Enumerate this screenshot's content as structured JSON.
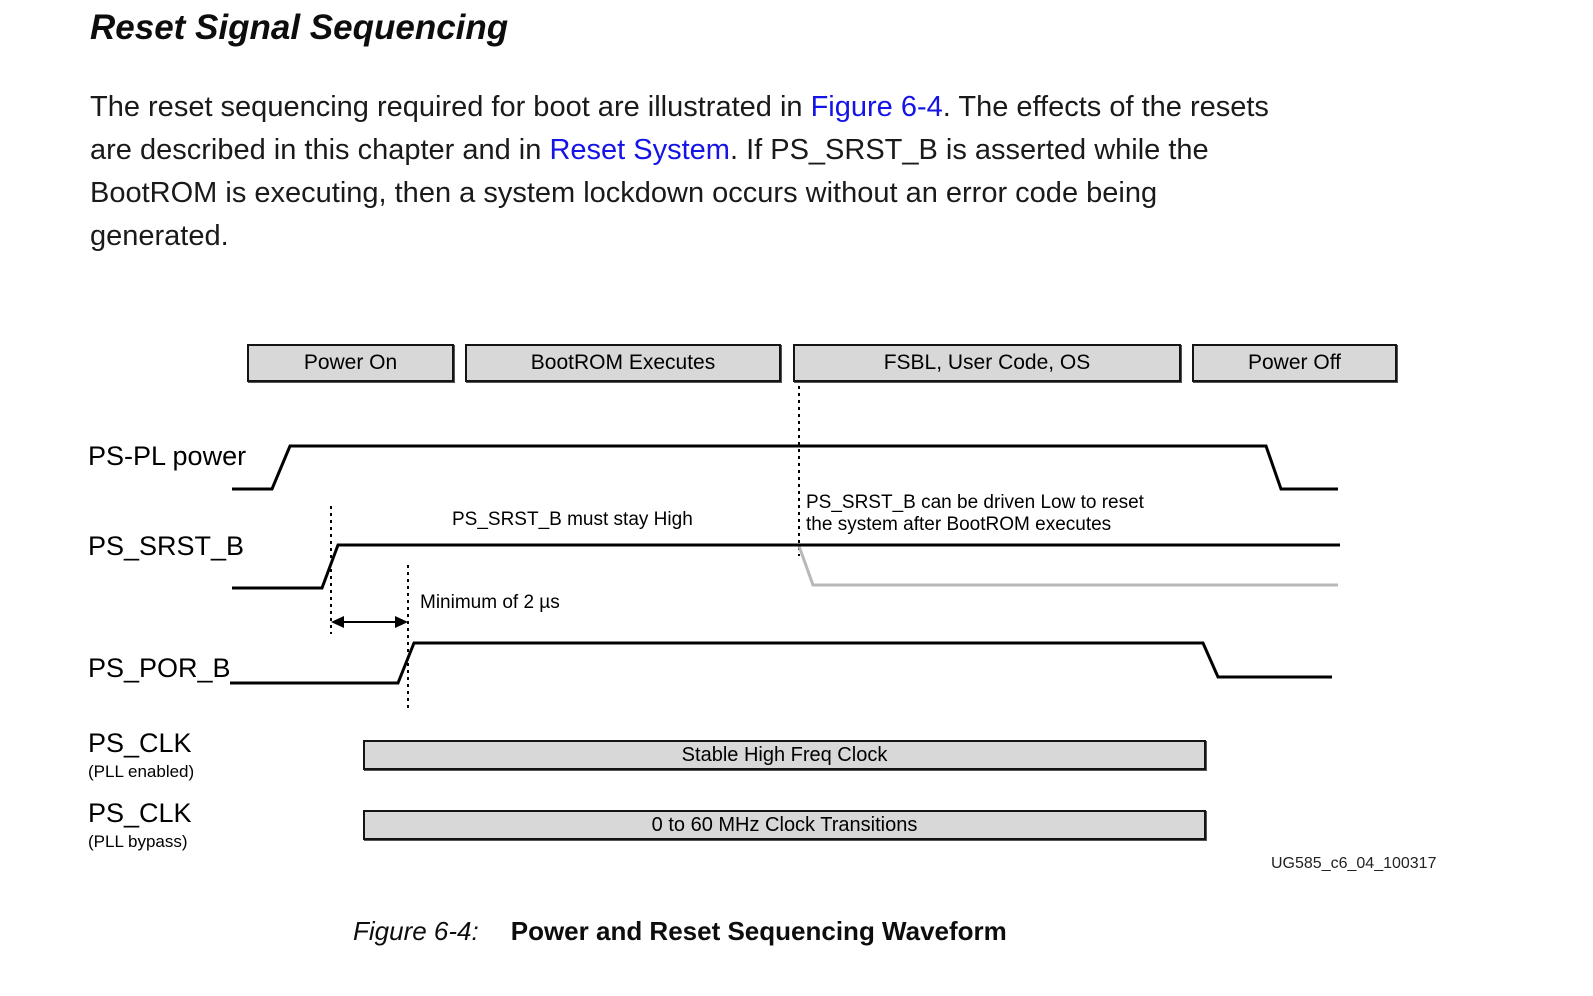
{
  "document": {
    "title": "Reset Signal Sequencing",
    "paragraph": {
      "line1_pre": "The reset sequencing required for boot are illustrated in ",
      "line1_link": "Figure 6-4",
      "line1_post": ". The effects of the resets",
      "line2_pre": "are described in this chapter and in ",
      "line2_link": "Reset System",
      "line2_post": ". If PS_SRST_B is asserted while the",
      "line3": "BootROM is executing, then a system lockdown occurs without an error code being",
      "line4": "generated."
    }
  },
  "figure": {
    "phases": [
      {
        "label": "Power On"
      },
      {
        "label": "BootROM Executes"
      },
      {
        "label": "FSBL, User Code, OS"
      },
      {
        "label": "Power Off"
      }
    ],
    "signals": {
      "ps_pl_power": {
        "name": "PS-PL power"
      },
      "ps_srst_b": {
        "name": "PS_SRST_B"
      },
      "ps_por_b": {
        "name": "PS_POR_B"
      },
      "ps_clk_pll_enabled": {
        "name": "PS_CLK",
        "sub": "(PLL enabled)"
      },
      "ps_clk_pll_bypass": {
        "name": "PS_CLK",
        "sub": "(PLL bypass)"
      }
    },
    "annotations": {
      "srst_stay_high": "PS_SRST_B must stay High",
      "srst_driven_low_line1": "PS_SRST_B can be driven Low to reset",
      "srst_driven_low_line2": "the system after BootROM executes",
      "minimum_2us": "Minimum of 2 µs"
    },
    "clock_bars": {
      "pll_enabled": "Stable High Freq Clock",
      "pll_bypass": "0 to 60 MHz Clock Transitions"
    },
    "watermark": "UG585_c6_04_100317",
    "caption": {
      "label": "Figure 6-4:",
      "title": "Power and Reset Sequencing Waveform"
    }
  },
  "colors": {
    "link_blue": "#1414e6",
    "box_fill": "#d8d8d8",
    "inactive_signal_gray": "#b8b8b8",
    "signal_black": "#000000"
  }
}
